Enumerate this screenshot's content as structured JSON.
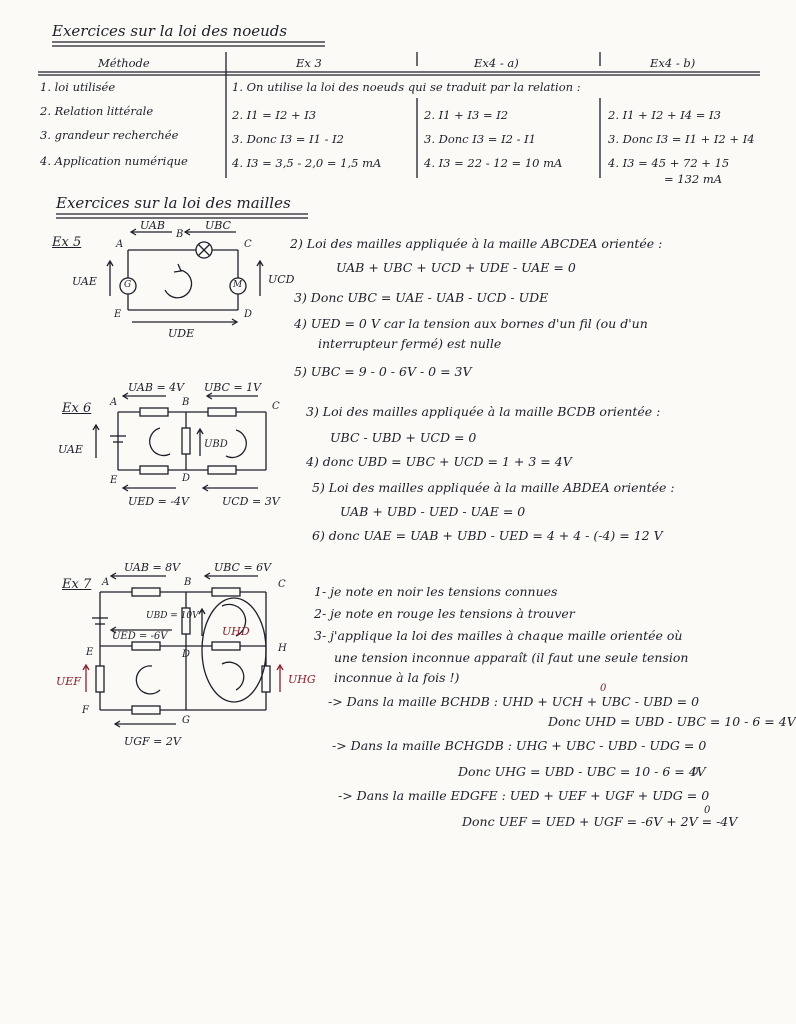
{
  "part1": {
    "title": "Exercices sur la loi des noeuds",
    "headers": [
      "Méthode",
      "Ex 3",
      "Ex4 - a)",
      "Ex4 - b)"
    ],
    "rows": [
      {
        "method": "1. loi utilisée",
        "merged": "1. On utilise la loi des noeuds qui se traduit par la relation :"
      },
      {
        "method": "2. Relation littérale",
        "ex3": "2. I1 = I2 + I3",
        "ex4a": "2. I1 + I3 = I2",
        "ex4b": "2. I1 + I2 + I4 = I3"
      },
      {
        "method": "3. grandeur recherchée",
        "ex3": "3. Donc I3 = I1 - I2",
        "ex4a": "3. Donc I3 = I2 - I1",
        "ex4b": "3. Donc I3 = I1 + I2 + I4"
      },
      {
        "method": "4. Application numérique",
        "ex3": "4. I3 = 3,5 - 2,0 = 1,5 mA",
        "ex4a": "4. I3 = 22 - 12 = 10 mA",
        "ex4b": "4. I3 = 45 + 72 + 15",
        "ex4b_2": "= 132 mA"
      }
    ]
  },
  "part2": {
    "title": "Exercices sur la loi des mailles",
    "ex5": {
      "label": "Ex 5",
      "diagram": {
        "uab": "UAB",
        "ubc": "UBC",
        "uae": "UAE",
        "ucd": "UCD",
        "ude": "UDE",
        "a": "A",
        "b": "B",
        "c": "C",
        "d": "D",
        "e": "E",
        "g": "G",
        "m": "M"
      },
      "lines": [
        "2) Loi des mailles appliquée à la maille ABCDEA orientée :",
        "UAB + UBC + UCD + UDE - UAE = 0",
        "3) Donc UBC = UAE - UAB - UCD - UDE",
        "4) UED = 0 V car la tension aux bornes d'un fil (ou d'un",
        "interrupteur fermé) est nulle",
        "5) UBC = 9 - 0 - 6V - 0 = 3V"
      ]
    },
    "ex6": {
      "label": "Ex 6",
      "diagram": {
        "uab": "UAB = 4V",
        "ubc": "UBC = 1V",
        "uae": "UAE",
        "ubd": "UBD",
        "ued": "UED = -4V",
        "ucd": "UCD = 3V",
        "a": "A",
        "b": "B",
        "c": "C",
        "d": "D",
        "e": "E"
      },
      "lines": [
        "3) Loi des mailles appliquée à la maille BCDB orientée :",
        "UBC - UBD + UCD = 0",
        "4) donc UBD = UBC + UCD = 1 + 3 = 4V",
        "5) Loi des mailles appliquée à la maille ABDEA orientée :",
        "UAB + UBD - UED - UAE = 0",
        "6) donc UAE = UAB + UBD - UED = 4 + 4 - (-4) = 12 V"
      ]
    },
    "ex7": {
      "label": "Ex 7",
      "diagram": {
        "uab": "UAB = 8V",
        "ubc": "UBC = 6V",
        "ubd": "UBD = 10V",
        "ued": "UED = -6V",
        "uhd": "UHD",
        "uef": "UEF",
        "uhg": "UHG",
        "ugf": "UGF = 2V",
        "a": "A",
        "b": "B",
        "c": "C",
        "d": "D",
        "e": "E",
        "f": "F",
        "g": "G",
        "h": "H"
      },
      "lines": [
        "1- je note en noir les tensions connues",
        "2- je note en rouge les tensions à trouver",
        "3- j'applique la loi des mailles à chaque maille orientée où",
        "une tension inconnue apparaît (il faut une seule tension",
        "inconnue à la fois !)",
        "-> Dans la maille BCHDB : UHD + UCH + UBC - UBD = 0",
        "Donc UHD = UBD - UBC = 10 - 6 = 4V",
        "-> Dans la maille BCHGDB : UHG + UBC - UBD - UDG = 0",
        "Donc UHG = UBD - UBC = 10 - 6 = 4V",
        "-> Dans la maille EDGFE : UED + UEF + UGF + UDG = 0",
        "Donc UEF = UED + UGF = -6V + 2V = -4V"
      ],
      "zero_marks": [
        "0",
        "0",
        "0"
      ]
    }
  }
}
